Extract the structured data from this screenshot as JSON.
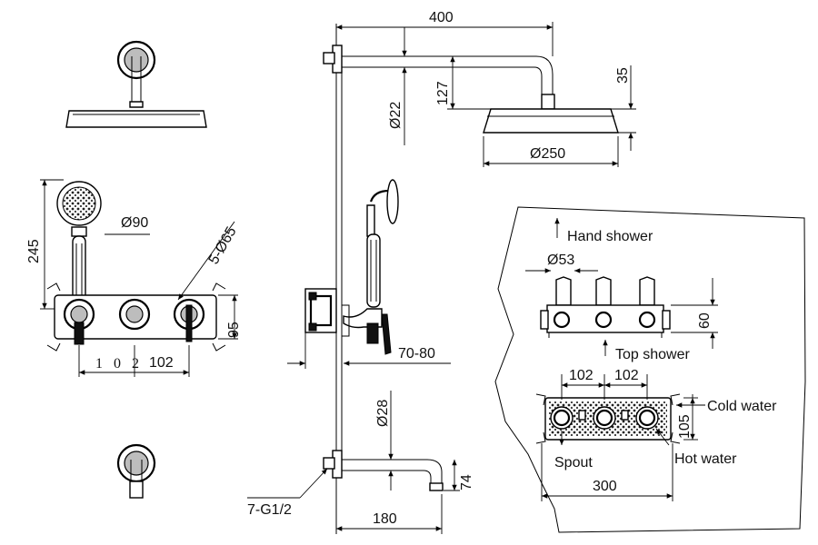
{
  "dimensions": {
    "arm_length": "400",
    "head_thickness": "35",
    "arm_diameter": "Ø22",
    "arm_drop": "127",
    "head_diameter": "Ø250",
    "hand_shower_diameter": "Ø90",
    "hand_shower_height": "245",
    "rosette_diameter": "5-Ø65",
    "plate_height": "95",
    "spacing_left": "1 0 2",
    "spacing_right": "102",
    "depth_range": "70-80",
    "pipe_diameter": "Ø28",
    "thread": "7-G1/2",
    "spout_length": "180",
    "spout_height": "74"
  },
  "detail": {
    "hand_shower": "Hand shower",
    "valve_diameter": "Ø53",
    "body_height": "60",
    "top_shower": "Top shower",
    "spacing_a": "102",
    "spacing_b": "102",
    "cold_water": "Cold water",
    "box_height": "105",
    "spout": "Spout",
    "hot_water": "Hot water",
    "box_width": "300"
  }
}
